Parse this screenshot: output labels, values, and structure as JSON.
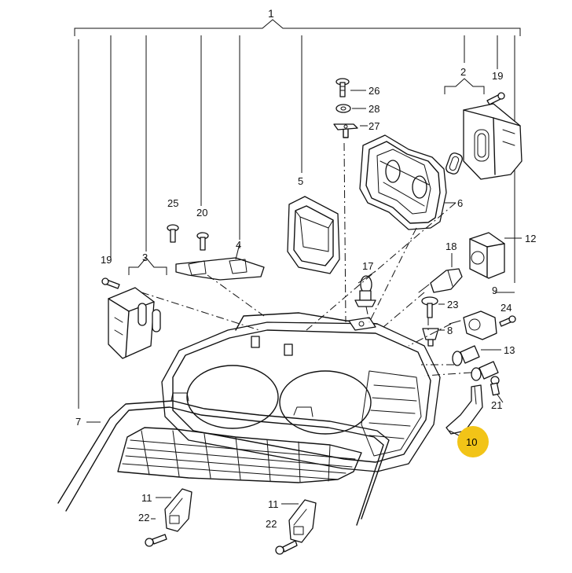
{
  "diagram": {
    "callouts": {
      "c1": "1",
      "c2": "2",
      "c3": "3",
      "c4": "4",
      "c5": "5",
      "c6": "6",
      "c7": "7",
      "c8": "8",
      "c9": "9",
      "c10": "10",
      "c11a": "11",
      "c11b": "11",
      "c12": "12",
      "c13": "13",
      "c17": "17",
      "c18": "18",
      "c19a": "19",
      "c19b": "19",
      "c20": "20",
      "c21": "21",
      "c22a": "22",
      "c22b": "22",
      "c23": "23",
      "c24": "24",
      "c25": "25",
      "c26": "26",
      "c27": "27",
      "c28": "28"
    },
    "highlight_color": "#f2c417"
  }
}
